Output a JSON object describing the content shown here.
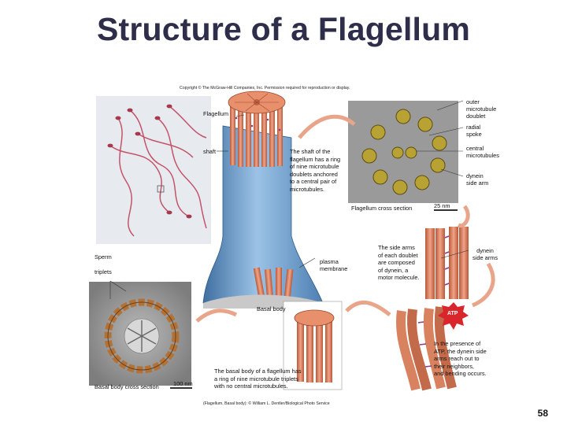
{
  "title": "Structure of a Flagellum",
  "copyright": "Copyright © The McGraw-Hill Companies, Inc. Permission required for reproduction or display.",
  "labels": {
    "flagellum": "Flagellum",
    "shaft": "shaft",
    "sperm": "Sperm",
    "triplets": "triplets",
    "plasma_membrane": [
      "plasma",
      "membrane"
    ],
    "basal_body": "Basal body",
    "basal_body_cross_section": "Basal body cross section",
    "scale_100nm": "100 nm",
    "flagellum_cross_section": "Flagellum cross section",
    "scale_25nm": "25 nm",
    "outer_doublet": [
      "outer",
      "microtubule",
      "doublet"
    ],
    "radial_spoke": [
      "radial",
      "spoke"
    ],
    "central_microtubules": [
      "central",
      "microtubules"
    ],
    "dynein_side_arm": [
      "dynein",
      "side arm"
    ],
    "dynein_side_arms": [
      "dynein",
      "side arms"
    ],
    "atp": "ATP"
  },
  "captions": {
    "shaft_caption": [
      "The shaft of the",
      "flagellum has a ring",
      "of nine microtubule",
      "doublets anchored",
      "to a central pair of",
      "microtubules."
    ],
    "side_arms_caption": [
      "The side arms",
      "of each doublet",
      "are composed",
      "of dynein, a",
      "motor molecule."
    ],
    "basal_caption": [
      "The basal body of a flagellum has",
      "a ring of nine microtubule triplets",
      "with no central microtubules."
    ],
    "atp_caption": [
      "In the presence of",
      "ATP, the dynein side",
      "arms reach out to",
      "their neighbors,",
      "and bending occurs."
    ]
  },
  "credit": "(Flagellum, Basal body): © William L. Dentler/Biological Photo Service",
  "page_number": "58",
  "colors": {
    "title": "#2e2e4a",
    "shaft_blue": "#6f9fca",
    "microtubule_orange": "#d9825f",
    "dynein_purple": "#8e3a8a",
    "atp_red": "#d8262b",
    "arrow_orange": "#e9a58a"
  }
}
